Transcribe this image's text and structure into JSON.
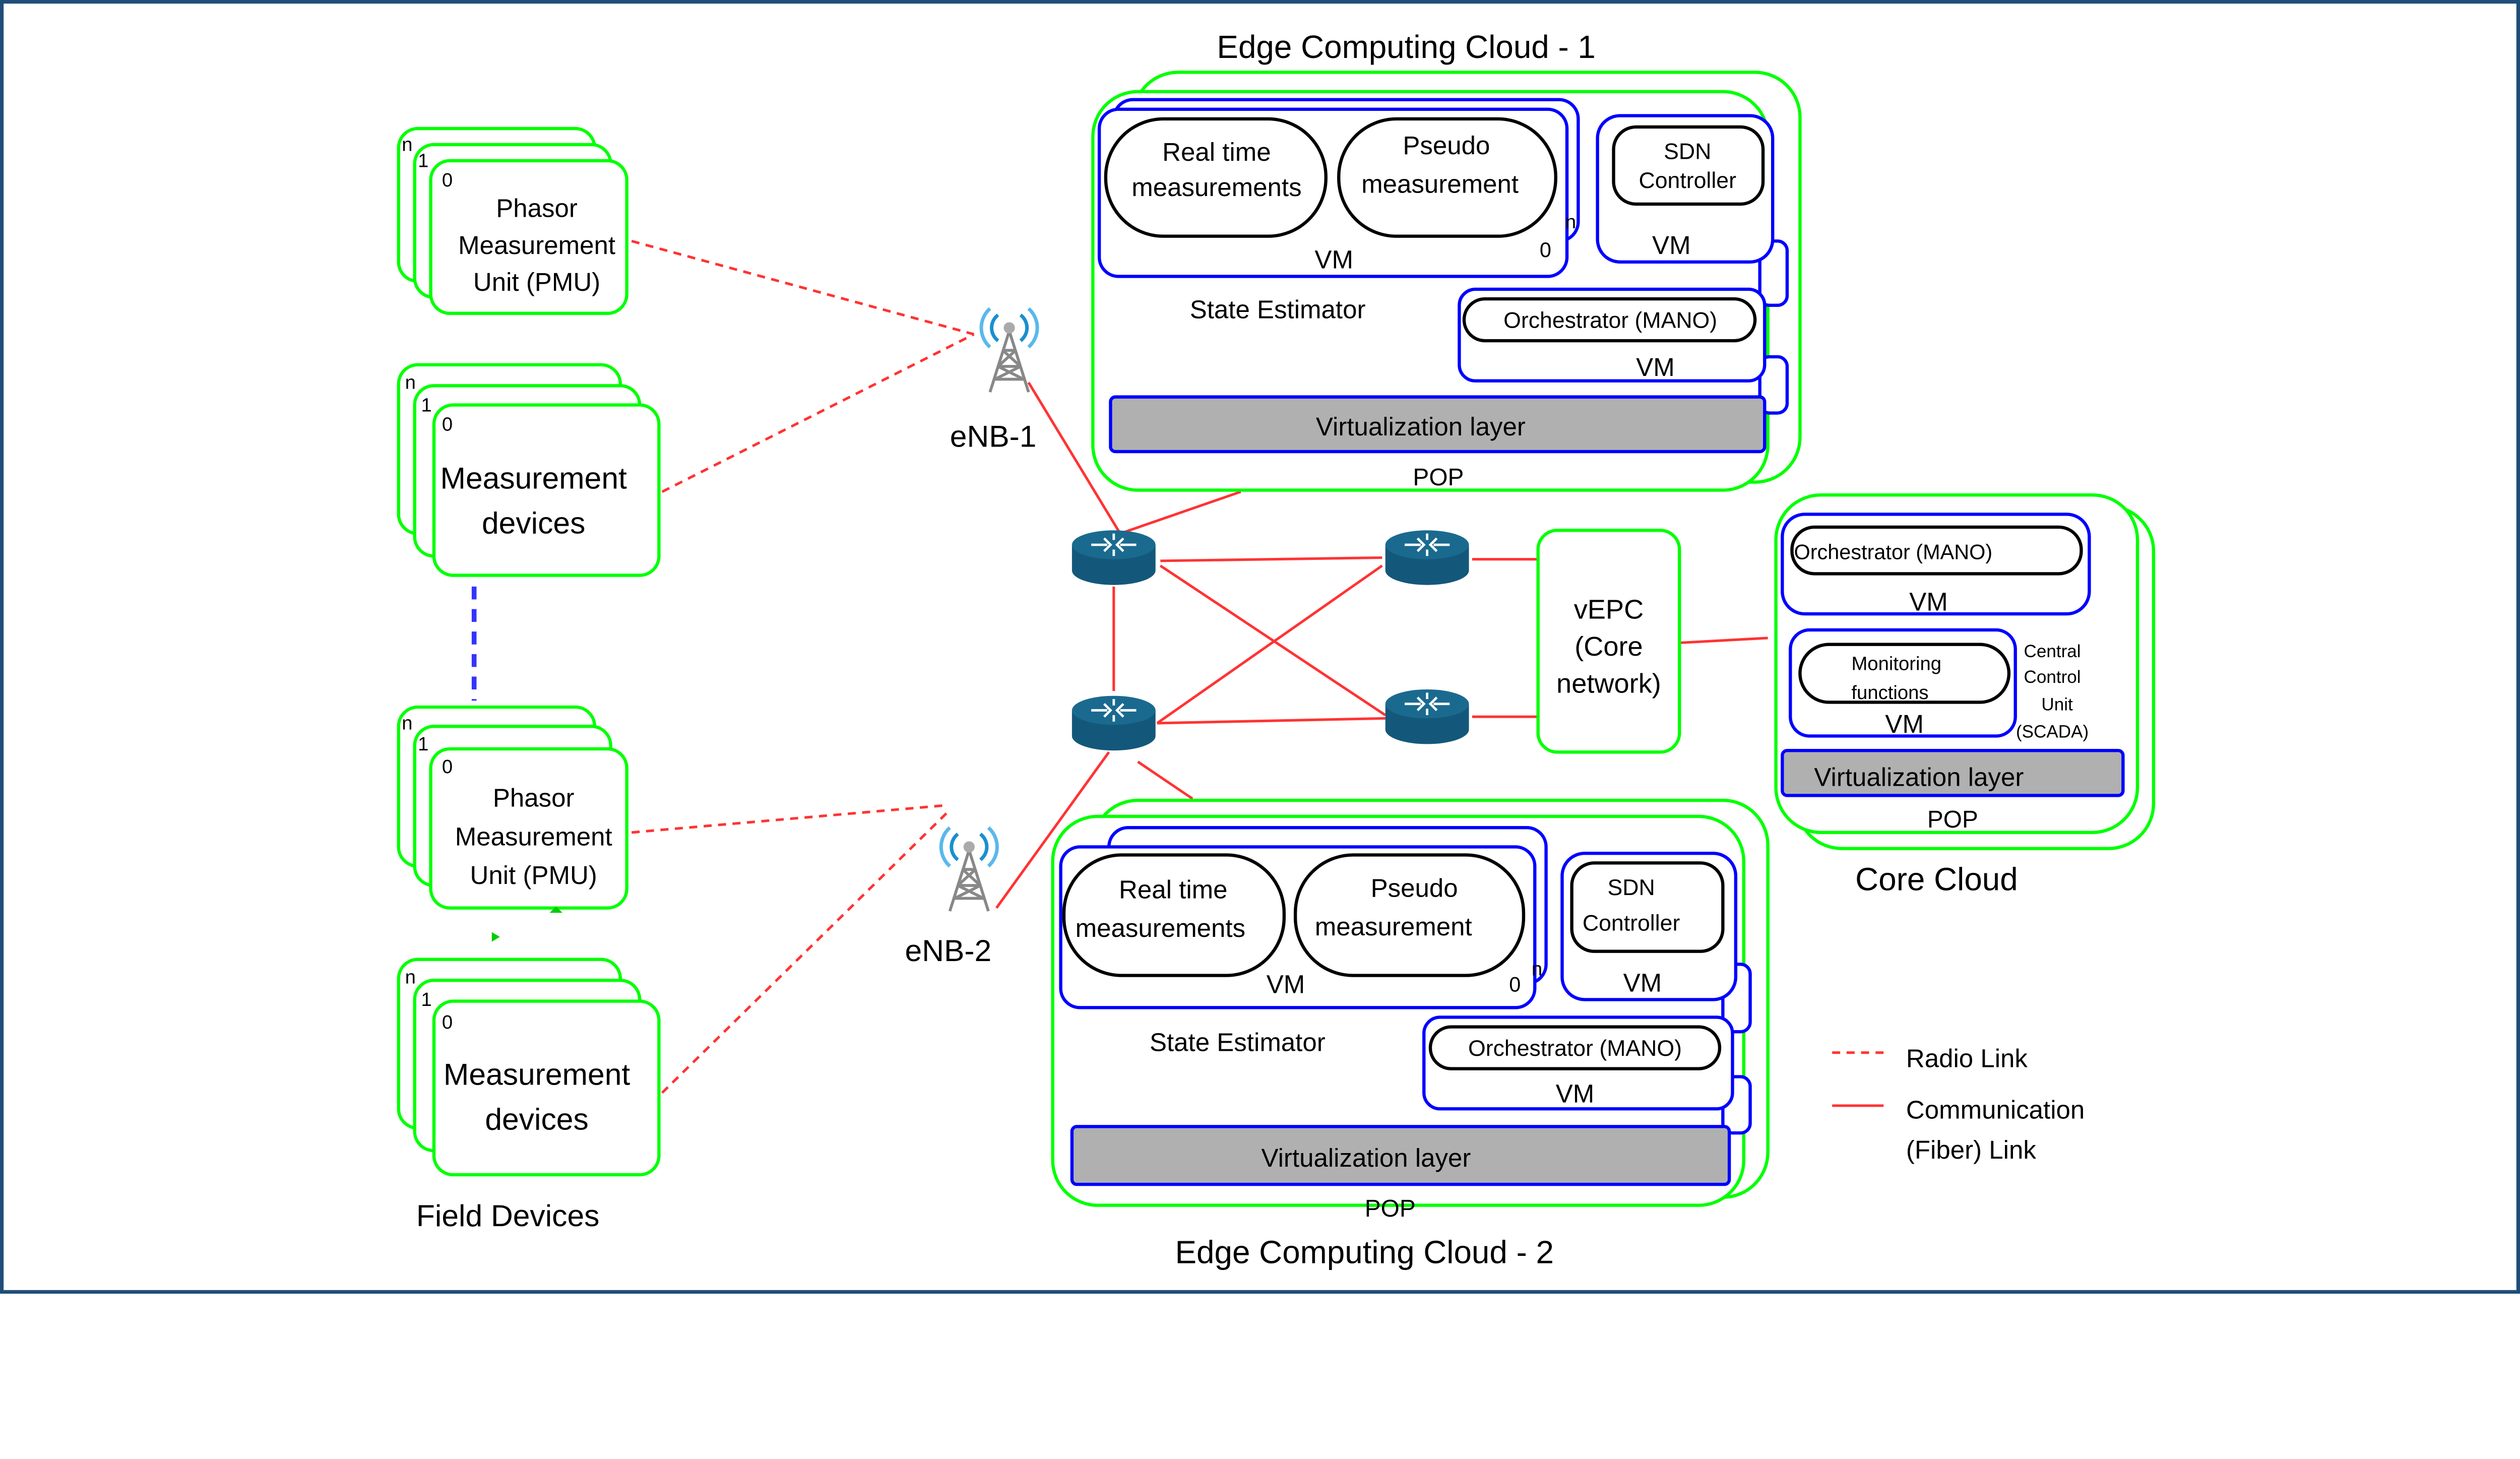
{
  "colors": {
    "frame": "#1f4e79",
    "device_border": "#00ff00",
    "vm_border": "#0000ff",
    "link": "#ff3333",
    "virtualization_fill": "#b0b0b0",
    "router": "#1a6a8f"
  },
  "field_devices": {
    "title": "Field Devices",
    "stack_labels": [
      "n",
      "1",
      "0"
    ],
    "pmu_1": [
      "Phasor",
      "Measurement",
      "Unit (PMU)"
    ],
    "meas_1": [
      "Measurement",
      "devices"
    ],
    "pmu_2": [
      "Phasor",
      "Measurement",
      "Unit (PMU)"
    ],
    "meas_2": [
      "Measurement",
      "devices"
    ]
  },
  "towers": {
    "enb1": "eNB-1",
    "enb2": "eNB-2"
  },
  "vepc": [
    "vEPC",
    "(Core",
    "network)"
  ],
  "ecc1": {
    "title": "Edge Computing Cloud - 1",
    "realtime": [
      "Real time",
      "measurements"
    ],
    "pseudo": [
      "Pseudo",
      "measurement"
    ],
    "stack_n": "n",
    "stack_0": "0",
    "vm": "VM",
    "sdn": [
      "SDN",
      "Controller"
    ],
    "state_estimator": "State Estimator",
    "orchestrator": "Orchestrator (MANO)",
    "virtualization": "Virtualization layer",
    "pop": "POP"
  },
  "ecc2": {
    "title": "Edge Computing Cloud - 2",
    "realtime": [
      "Real time",
      "measurements"
    ],
    "pseudo": [
      "Pseudo",
      "measurement"
    ],
    "stack_n": "n",
    "stack_0": "0",
    "vm": "VM",
    "sdn": [
      "SDN",
      "Controller"
    ],
    "state_estimator": "State Estimator",
    "orchestrator": "Orchestrator (MANO)",
    "virtualization": "Virtualization layer",
    "pop": "POP"
  },
  "core": {
    "title": "Core Cloud",
    "orchestrator": "Orchestrator (MANO)",
    "monitoring": [
      "Monitoring",
      "functions"
    ],
    "vm": "VM",
    "ccu": [
      "Central",
      "Control",
      "Unit",
      "(SCADA)"
    ],
    "virtualization": "Virtualization layer",
    "pop": "POP"
  },
  "legend": {
    "radio": "Radio Link",
    "fiber": [
      "Communication",
      "(Fiber) Link"
    ]
  }
}
